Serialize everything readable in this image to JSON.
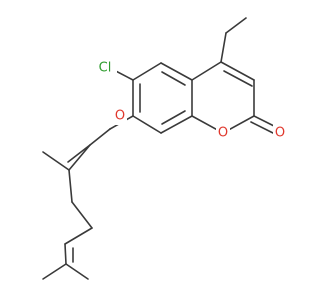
{
  "molecule": {
    "atoms": [
      {
        "symbol": "Cl",
        "color": "#2e9c2e"
      },
      {
        "symbol": "O",
        "color": "#e0372c"
      },
      {
        "symbol": "O",
        "color": "#e0372c"
      },
      {
        "symbol": "O",
        "color": "#e0372c"
      }
    ],
    "bond_color": "#3a3a3a"
  }
}
